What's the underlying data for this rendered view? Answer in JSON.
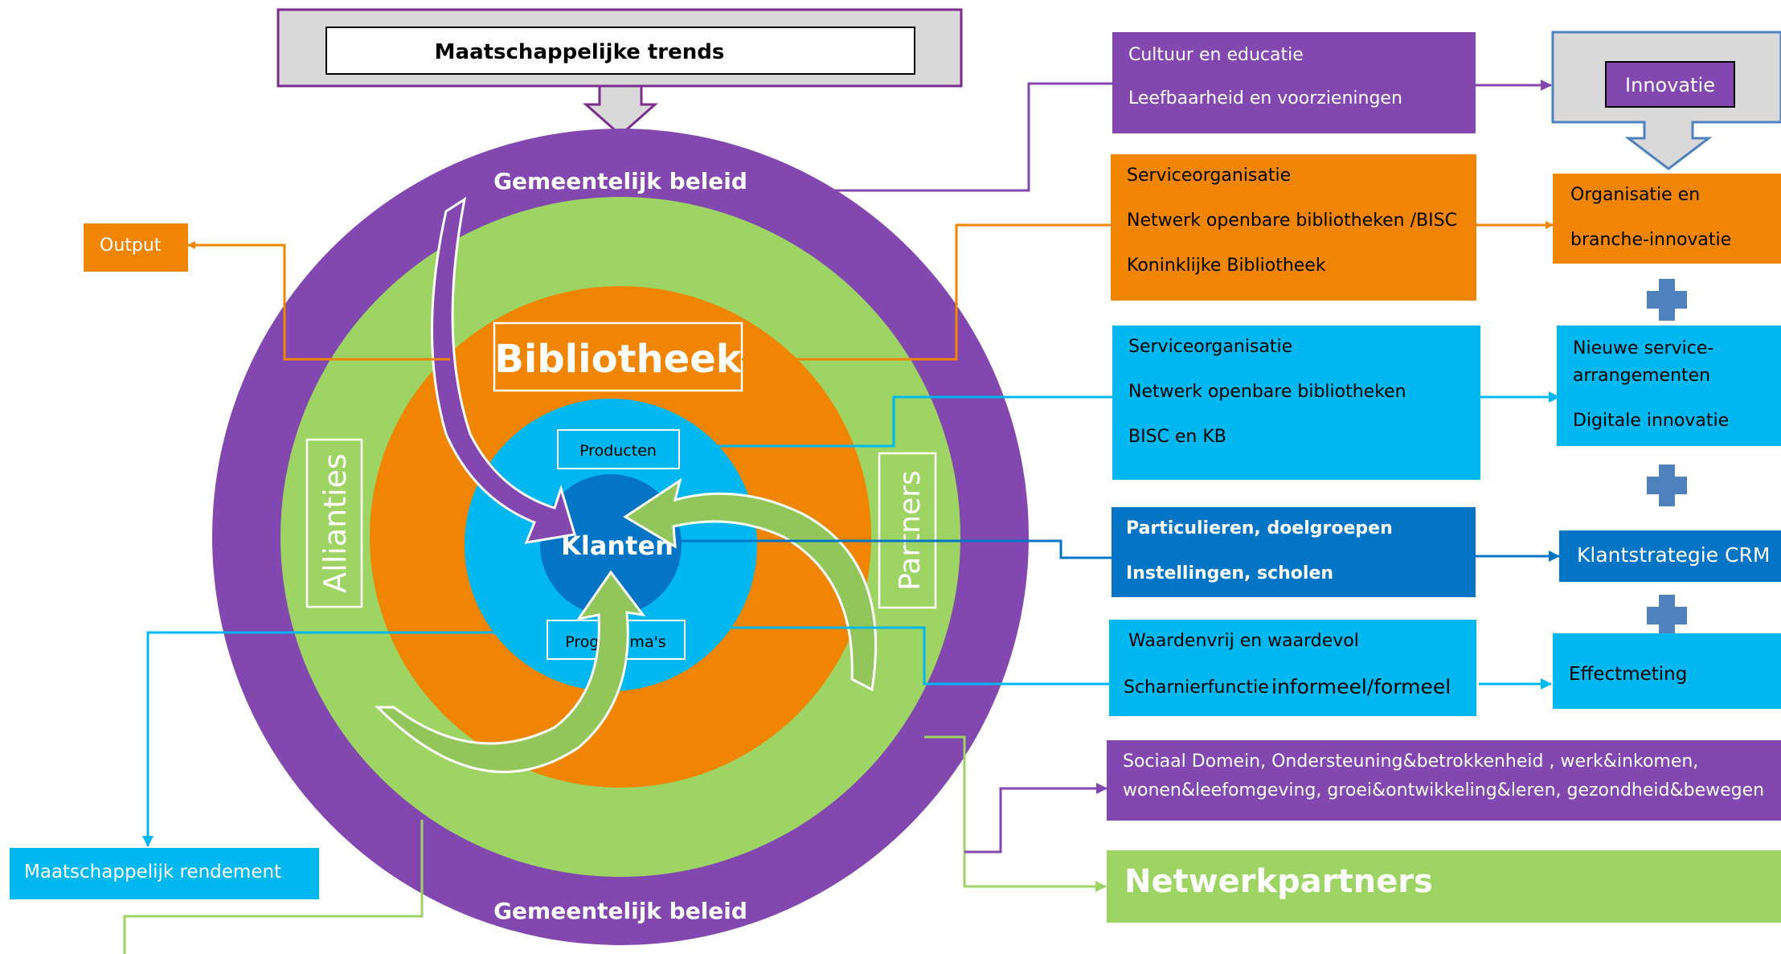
{
  "title": "Maatschappelijke trends",
  "rings": {
    "outer_top": "Gemeentelijk beleid",
    "outer_bottom": "Gemeentelijk beleid",
    "allianties": "Allianties",
    "partners": "Partners",
    "bibliotheek": "Bibliotheek",
    "producten": "Producten",
    "programmas": "Programma's",
    "klanten": "Klanten"
  },
  "left": {
    "output": "Output",
    "rendement": "Maatschappelijk rendement"
  },
  "middle_boxes": {
    "cultuur": [
      "Cultuur en educatie",
      "Leefbaarheid en voorzieningen"
    ],
    "service_orange": [
      "Serviceorganisatie",
      "Netwerk openbare bibliotheken /BISC",
      "Koninklijke Bibliotheek"
    ],
    "service_cyan": [
      "Serviceorganisatie",
      "Netwerk openbare bibliotheken",
      "BISC en KB"
    ],
    "particulieren": [
      "Particulieren, doelgroepen",
      "Instellingen, scholen"
    ],
    "waarden": [
      "Waardenvrij en waardevol",
      "Scharnierfunctie",
      "informeel/formeel"
    ],
    "sociaal": [
      "Sociaal Domein,  Ondersteuning&betrokkenheid , werk&inkomen,",
      "wonen&leefomgeving, groei&ontwikkeling&leren, gezondheid&bewegen"
    ],
    "netwerkpartners": "Netwerkpartners"
  },
  "right_boxes": {
    "innovatie": "Innovatie",
    "organisatie": [
      "Organisatie en",
      "branche-innovatie"
    ],
    "nieuwe": [
      "Nieuwe service-",
      "arrangementen",
      "Digitale innovatie"
    ],
    "klantstrategie": "Klantstrategie  CRM",
    "effectmeting": "Effectmeting"
  },
  "colors": {
    "purple": "#8347b0",
    "green": "#9dd463",
    "orange": "#ef8503",
    "cyan": "#00b8ef",
    "blue": "#0375c4",
    "plus": "#4f81bd"
  }
}
